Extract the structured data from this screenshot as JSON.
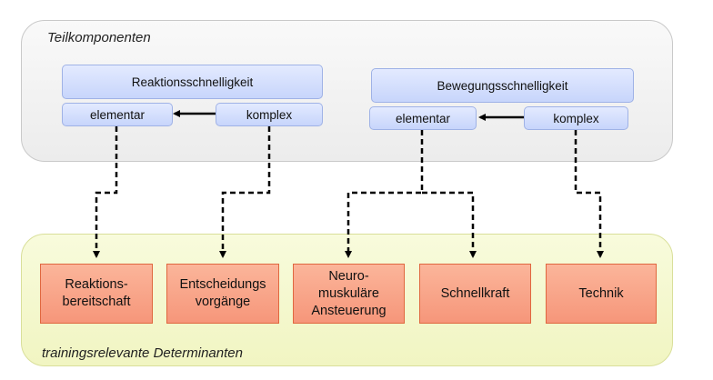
{
  "top_panel": {
    "title": "Teilkomponenten"
  },
  "bottom_panel": {
    "title": "trainingsrelevante Determinanten"
  },
  "groups": {
    "reaction": {
      "title": "Reaktionsschnelligkeit",
      "left": "elementar",
      "right": "komplex"
    },
    "movement": {
      "title": "Bewegungsschnelligkeit",
      "left": "elementar",
      "right": "komplex"
    }
  },
  "determinants": [
    "Reaktions-\nbereitschaft",
    "Entscheidungs\nvorgänge",
    "Neuro-\nmuskuläre\nAnsteuerung",
    "Schnellkraft",
    "Technik"
  ],
  "colors": {
    "blue_fill": "#c7d5fb",
    "red_fill": "#f6967a",
    "top_panel_fill": "#efefef",
    "bottom_panel_fill": "#f3f7c8"
  }
}
